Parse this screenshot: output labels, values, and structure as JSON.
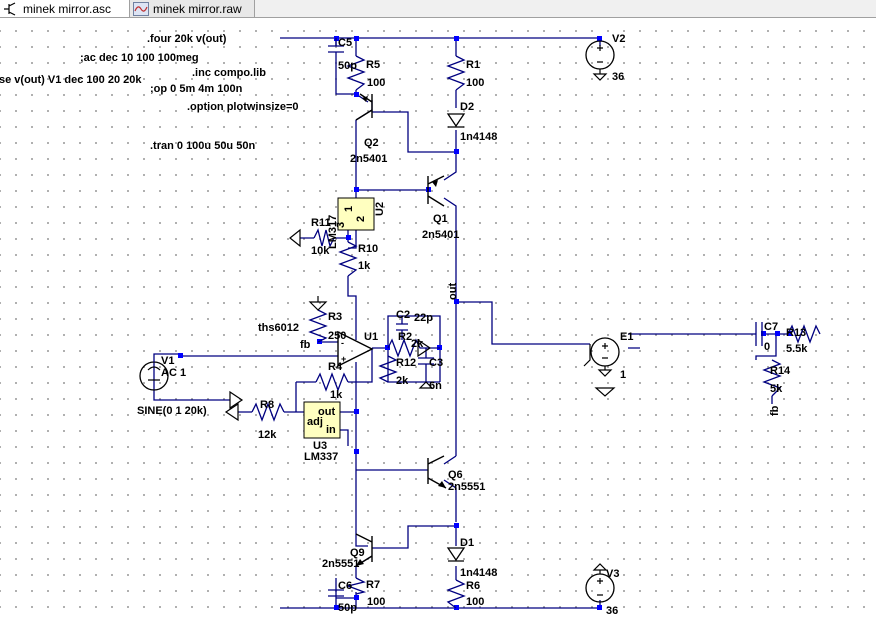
{
  "tabs": [
    {
      "label": "minek mirror.asc",
      "active": true
    },
    {
      "label": "minek mirror.raw",
      "active": false
    }
  ],
  "directives": {
    "four": ".four 20k v(out)",
    "ac": ";ac dec 10 100 100meg",
    "inc": ".inc compo.lib",
    "noise": "se v(out) V1 dec 100 20 20k",
    "op": ";op 0 5m 4m 100n",
    "option": ".option plotwinsize=0",
    "tran": ".tran 0 100u 50u 50n"
  },
  "components": {
    "C5": {
      "name": "C5",
      "value": "50p"
    },
    "R5": {
      "name": "R5",
      "value": "100"
    },
    "R1": {
      "name": "R1",
      "value": "100"
    },
    "D2": {
      "name": "D2",
      "value": "1n4148"
    },
    "Q2": {
      "name": "Q2",
      "value": "2n5401"
    },
    "Q1": {
      "name": "Q1",
      "value": "2n5401"
    },
    "U2": {
      "name": "U2",
      "value": "LM317",
      "pin_labels": [
        "3",
        "1",
        "2"
      ]
    },
    "R11": {
      "name": "R11",
      "value": "10k"
    },
    "R10": {
      "name": "R10",
      "value": "1k"
    },
    "R3": {
      "name": "R3",
      "value": "250"
    },
    "U1": {
      "name": "U1",
      "value": "ths6012"
    },
    "C2": {
      "name": "C2",
      "value": "22p"
    },
    "R2": {
      "name": "R2",
      "value": "2k"
    },
    "R12": {
      "name": "R12",
      "value": "2k"
    },
    "C3": {
      "name": "C3",
      "value": "6n"
    },
    "R4": {
      "name": "R4",
      "value": "1k"
    },
    "R8": {
      "name": "R8",
      "value": "12k"
    },
    "U3": {
      "name": "U3",
      "value": "LM337",
      "pin_out": "out",
      "pin_adj": "adj",
      "pin_in": "in"
    },
    "Q6": {
      "name": "Q6",
      "value": "2n5551"
    },
    "Q9": {
      "name": "Q9",
      "value": "2n5551"
    },
    "D1": {
      "name": "D1",
      "value": "1n4148"
    },
    "R6": {
      "name": "R6",
      "value": "100"
    },
    "R7": {
      "name": "R7",
      "value": "100"
    },
    "C6": {
      "name": "C6",
      "value": "50p"
    },
    "V1": {
      "name": "V1",
      "value": "AC 1",
      "source": "SINE(0 1 20k)"
    },
    "V2": {
      "name": "V2",
      "value": "36"
    },
    "V3": {
      "name": "V3",
      "value": "36"
    },
    "E1": {
      "name": "E1",
      "value": "1"
    },
    "C7": {
      "name": "C7",
      "value": "0"
    },
    "R13": {
      "name": "R13",
      "value": "5.5k"
    },
    "R14": {
      "name": "R14",
      "value": "5k"
    }
  },
  "net_labels": {
    "out": "out",
    "fb1": "fb",
    "fb2": "fb"
  },
  "colors": {
    "wire": "#000080",
    "junction": "#0000ff",
    "component_fill": "#ffffc0",
    "background": "#ffffff",
    "grid_dot": "#9a9a9a"
  }
}
